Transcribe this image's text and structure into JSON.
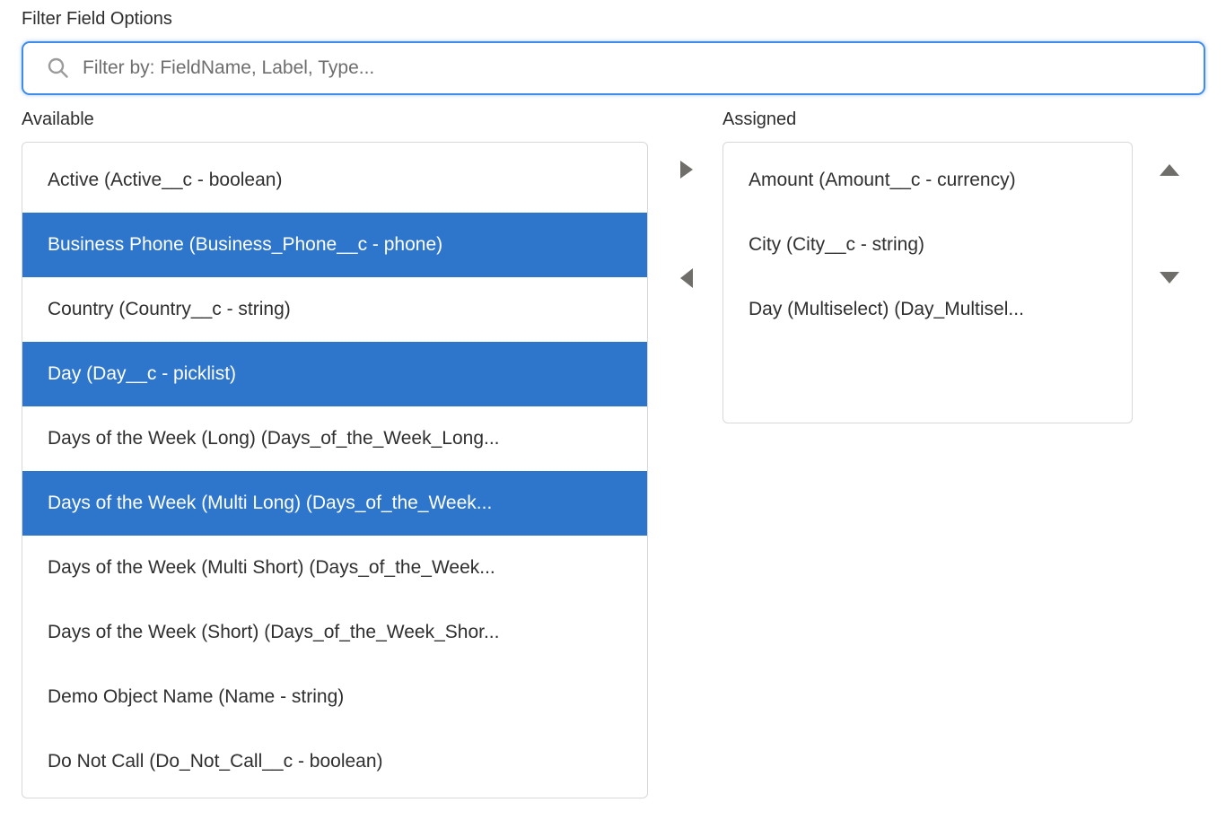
{
  "filter": {
    "label": "Filter Field Options",
    "placeholder": "Filter by: FieldName, Label, Type...",
    "value": "",
    "search_icon": "magnifier-icon"
  },
  "available": {
    "label": "Available",
    "items": [
      {
        "label": "Active (Active__c - boolean)",
        "selected": false
      },
      {
        "label": "Business Phone (Business_Phone__c - phone)",
        "selected": true
      },
      {
        "label": "Country (Country__c - string)",
        "selected": false
      },
      {
        "label": "Day (Day__c - picklist)",
        "selected": true
      },
      {
        "label": "Days of the Week (Long) (Days_of_the_Week_Long...",
        "selected": false
      },
      {
        "label": "Days of the Week (Multi Long) (Days_of_the_Week...",
        "selected": true
      },
      {
        "label": "Days of the Week (Multi Short) (Days_of_the_Week...",
        "selected": false
      },
      {
        "label": "Days of the Week (Short) (Days_of_the_Week_Shor...",
        "selected": false
      },
      {
        "label": "Demo Object Name (Name - string)",
        "selected": false
      },
      {
        "label": "Do Not Call (Do_Not_Call__c - boolean)",
        "selected": false
      }
    ]
  },
  "assigned": {
    "label": "Assigned",
    "items": [
      {
        "label": "Amount (Amount__c - currency)",
        "selected": false
      },
      {
        "label": "City (City__c - string)",
        "selected": false
      },
      {
        "label": "Day (Multiselect) (Day_Multisel...",
        "selected": false
      }
    ]
  },
  "controls": {
    "move_right_icon": "right-arrow-icon",
    "move_left_icon": "left-arrow-icon",
    "move_up_icon": "up-arrow-icon",
    "move_down_icon": "down-arrow-icon"
  },
  "colors": {
    "selection_blue": "#2e76cc",
    "focus_border_blue": "#3f8ceb",
    "arrow_gray": "#706e6b",
    "placeholder_gray": "#6e6e6e",
    "box_border_gray": "#d8d8d8"
  }
}
